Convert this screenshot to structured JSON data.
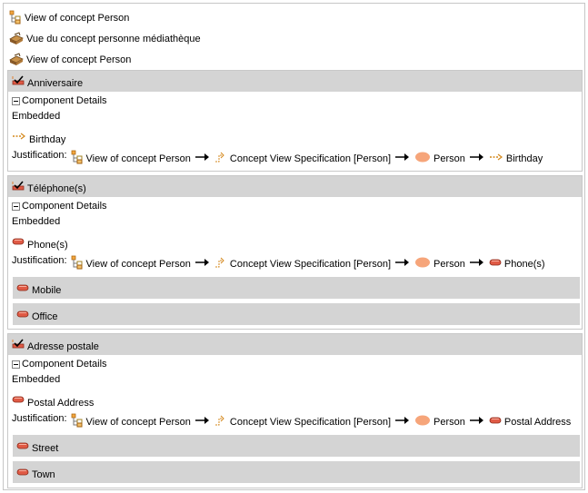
{
  "header": {
    "view_title": "View of concept Person",
    "library_view": "Vue du concept personne médiathèque",
    "view_title_2": "View of concept Person"
  },
  "labels": {
    "component_details": "Component Details",
    "embedded": "Embedded",
    "justification": "Justification:"
  },
  "colors": {
    "section_header_bg": "#d4d4d4",
    "entity_ellipse": "#f6a57a",
    "attribute_red": "#e05a45"
  },
  "sections": [
    {
      "title": "Anniversaire",
      "element": "Birthday",
      "element_icon": "dashed-arrow-attribute-icon",
      "justification": [
        "View of concept Person",
        "Concept View Specification [Person]",
        "Person",
        "Birthday"
      ],
      "sub_items": []
    },
    {
      "title": "Téléphone(s)",
      "element": "Phone(s)",
      "element_icon": "red-attribute-icon",
      "justification": [
        "View of concept Person",
        "Concept View Specification [Person]",
        "Person",
        "Phone(s)"
      ],
      "sub_items": [
        "Mobile",
        "Office"
      ]
    },
    {
      "title": "Adresse postale",
      "element": "Postal Address",
      "element_icon": "red-attribute-icon",
      "justification": [
        "View of concept Person",
        "Concept View Specification [Person]",
        "Person",
        "Postal Address"
      ],
      "sub_items": [
        "Street",
        "Town"
      ]
    }
  ]
}
